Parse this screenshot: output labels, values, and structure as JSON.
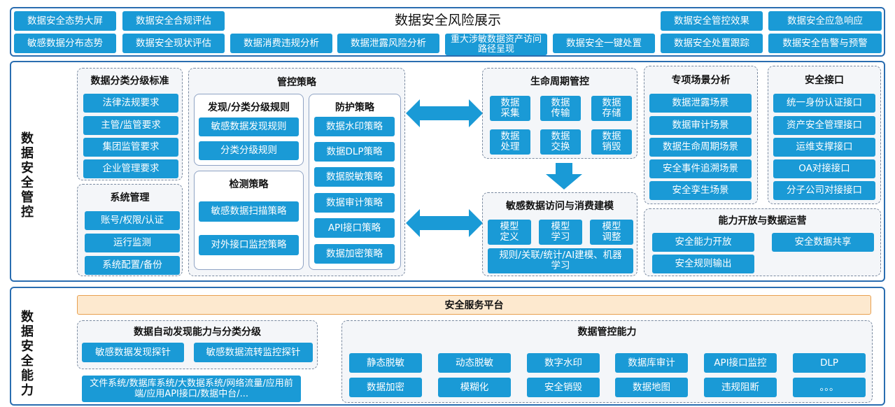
{
  "top": {
    "title": "数据安全风险展示",
    "row1_left": [
      "数据安全态势大屏",
      "数据安全合规评估"
    ],
    "row1_right": [
      "数据安全管控效果",
      "数据安全应急响应"
    ],
    "row2": [
      "敏感数据分布态势",
      "数据安全现状评估",
      "数据消费违规分析",
      "数据泄露风险分析",
      "重大涉敏数据资产访问路径呈现",
      "数据安全一键处置",
      "数据安全处置跟踪",
      "数据安全告警与预警"
    ]
  },
  "mgmt": {
    "side_label": "数据安全管控",
    "classify": {
      "title": "数据分类分级标准",
      "items": [
        "法律法规要求",
        "主管/监管要求",
        "集团监管要求",
        "企业管理要求"
      ]
    },
    "system": {
      "title": "系统管理",
      "items": [
        "账号/权限/认证",
        "运行监测",
        "系统配置/备份"
      ]
    },
    "policy": {
      "title": "管控策略",
      "discovery": {
        "title": "发现/分类分级规则",
        "items": [
          "敏感数据发现规则",
          "分类分级规则"
        ]
      },
      "detection": {
        "title": "检测策略",
        "items": [
          "敏感数据扫描策略",
          "对外接口监控策略"
        ]
      },
      "protection": {
        "title": "防护策略",
        "items": [
          "数据水印策略",
          "数据DLP策略",
          "数据脱敏策略",
          "数据审计策略",
          "API接口策略",
          "数据加密策略"
        ]
      }
    },
    "lifecycle": {
      "title": "生命周期管控",
      "items": [
        "数据采集",
        "数据传输",
        "数据存储",
        "数据处理",
        "数据交换",
        "数据销毁"
      ]
    },
    "modeling": {
      "title": "敏感数据访问与消费建模",
      "items": [
        "模型定义",
        "模型学习",
        "模型调整"
      ],
      "wide": "规则/关联/统计/AI建模、机器学习"
    },
    "scenario": {
      "title": "专项场景分析",
      "items": [
        "数据泄露场景",
        "数据审计场景",
        "数据生命周期场景",
        "安全事件追溯场景",
        "安全孪生场景"
      ]
    },
    "interface": {
      "title": "安全接口",
      "items": [
        "统一身份认证接口",
        "资产安全管理接口",
        "运维支撑接口",
        "OA对接接口",
        "分子公司对接接口"
      ]
    },
    "open": {
      "title": "能力开放与数据运营",
      "items": [
        "安全能力开放",
        "安全数据共享",
        "安全规则输出"
      ]
    }
  },
  "capability": {
    "side_label": "数据安全能力",
    "platform": "安全服务平台",
    "discovery": {
      "title": "数据自动发现能力与分类分级",
      "items": [
        "敏感数据发现探针",
        "敏感数据流转监控探针"
      ]
    },
    "sources": "文件系统/数据库系统/大数据系统/网络流量/应用前端/应用API接口/数据中台/...",
    "control": {
      "title": "数据管控能力",
      "items": [
        "静态脱敏",
        "动态脱敏",
        "数字水印",
        "数据库审计",
        "API接口监控",
        "DLP",
        "数据加密",
        "模糊化",
        "安全销毁",
        "数据地图",
        "违规阻断",
        "。。。"
      ]
    }
  }
}
